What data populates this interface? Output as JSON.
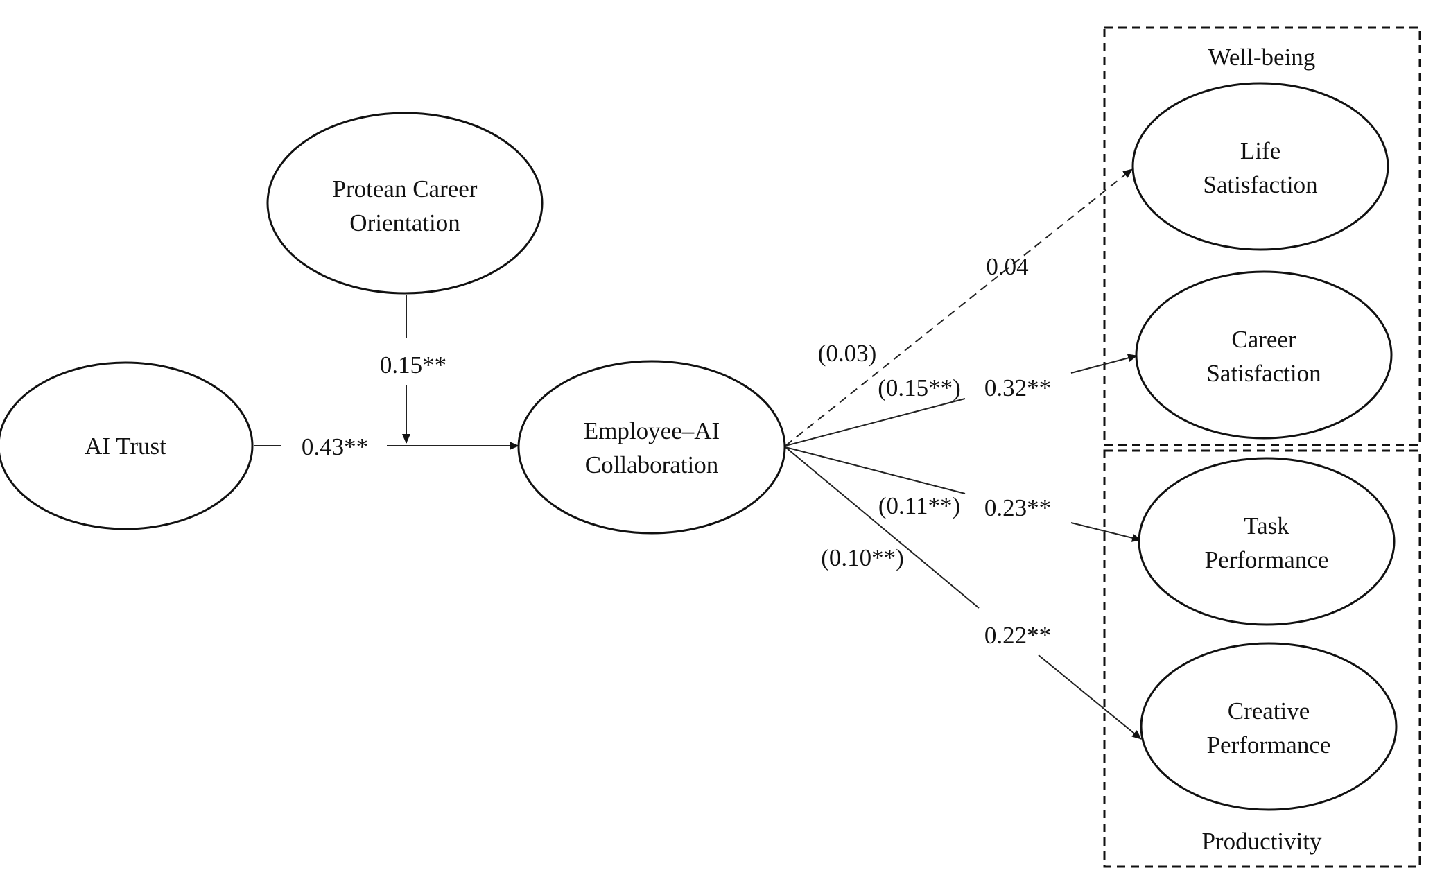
{
  "nodes": {
    "ai_trust": "AI Trust",
    "protean_line1": "Protean Career",
    "protean_line2": "Orientation",
    "collab_line1": "Employee–AI",
    "collab_line2": "Collaboration",
    "life_line1": "Life",
    "life_line2": "Satisfaction",
    "career_line1": "Career",
    "career_line2": "Satisfaction",
    "task_line1": "Task",
    "task_line2": "Performance",
    "creative_line1": "Creative",
    "creative_line2": "Performance"
  },
  "groups": {
    "wellbeing": "Well-being",
    "productivity": "Productivity"
  },
  "paths": {
    "trust_to_collab": "0.43**",
    "moderation": "0.15**",
    "to_life": "0.04",
    "to_life_indirect": "(0.03)",
    "to_career": "0.32**",
    "to_career_indirect": "(0.15**)",
    "to_task": "0.23**",
    "to_task_indirect": "(0.11**)",
    "to_creative": "0.22**",
    "to_creative_indirect": "(0.10**)"
  },
  "styles": {
    "line_color": "#222222",
    "to_life_style": "dashed"
  }
}
